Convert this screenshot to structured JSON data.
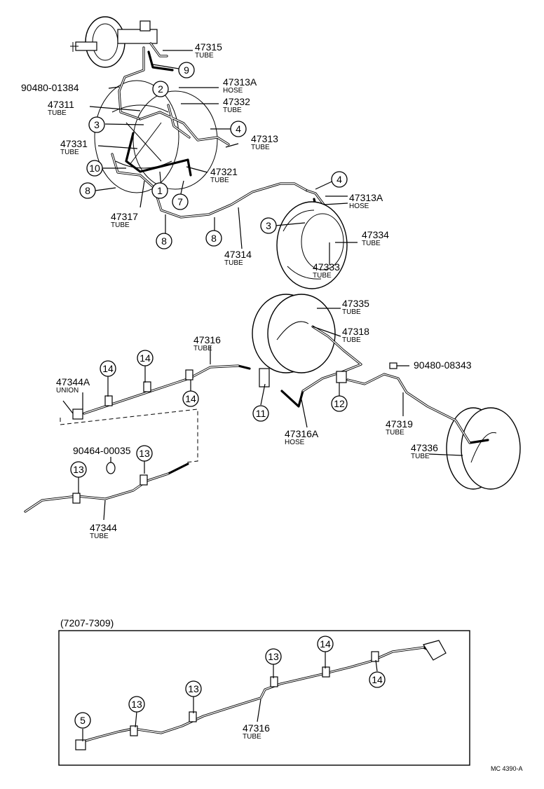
{
  "labels": [
    {
      "id": "47315",
      "part": "47315",
      "type": "TUBE"
    },
    {
      "id": "90480-01384",
      "part": "90480-01384",
      "type": ""
    },
    {
      "id": "47313A-top",
      "part": "47313A",
      "type": "HOSE"
    },
    {
      "id": "47311",
      "part": "47311",
      "type": "TUBE"
    },
    {
      "id": "47332",
      "part": "47332",
      "type": "TUBE"
    },
    {
      "id": "47313",
      "part": "47313",
      "type": "TUBE"
    },
    {
      "id": "47331",
      "part": "47331",
      "type": "TUBE"
    },
    {
      "id": "47321",
      "part": "47321",
      "type": "TUBE"
    },
    {
      "id": "47313A-right",
      "part": "47313A",
      "type": "HOSE"
    },
    {
      "id": "47317",
      "part": "47317",
      "type": "TUBE"
    },
    {
      "id": "47334",
      "part": "47334",
      "type": "TUBE"
    },
    {
      "id": "47314",
      "part": "47314",
      "type": "TUBE"
    },
    {
      "id": "47333",
      "part": "47333",
      "type": "TUBE"
    },
    {
      "id": "47335",
      "part": "47335",
      "type": "TUBE"
    },
    {
      "id": "47318",
      "part": "47318",
      "type": "TUBE"
    },
    {
      "id": "47316",
      "part": "47316",
      "type": "TUBE"
    },
    {
      "id": "47344A",
      "part": "47344A",
      "type": "UNION"
    },
    {
      "id": "90480-08343",
      "part": "90480-08343",
      "type": ""
    },
    {
      "id": "90464-00035",
      "part": "90464-00035",
      "type": ""
    },
    {
      "id": "47316A",
      "part": "47316A",
      "type": "HOSE"
    },
    {
      "id": "47319",
      "part": "47319",
      "type": "TUBE"
    },
    {
      "id": "47336",
      "part": "47336",
      "type": "TUBE"
    },
    {
      "id": "47344",
      "part": "47344",
      "type": "TUBE"
    },
    {
      "id": "47316-inset",
      "part": "47316",
      "type": "TUBE"
    }
  ],
  "callouts": [
    "9",
    "2",
    "3",
    "4",
    "10",
    "1",
    "7",
    "8",
    "8",
    "8",
    "4",
    "3",
    "14",
    "14",
    "14",
    "11",
    "12",
    "13",
    "13",
    "5",
    "13",
    "13",
    "14",
    "13",
    "14"
  ],
  "inset_title": "(7207-7309)",
  "ref_code": "MC  4390-A"
}
